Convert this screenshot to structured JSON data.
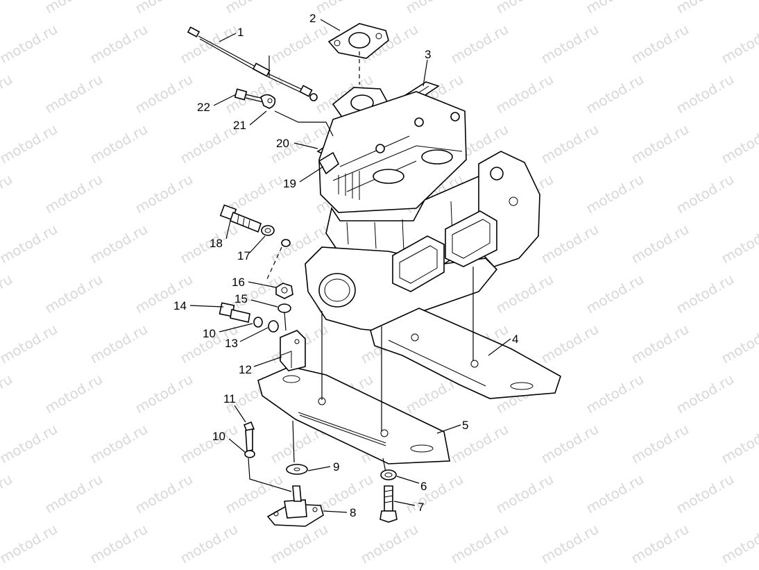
{
  "watermark": "motod.ru",
  "callouts": [
    {
      "id": "c1",
      "label": "1"
    },
    {
      "id": "c2",
      "label": "2"
    },
    {
      "id": "c3",
      "label": "3"
    },
    {
      "id": "c4",
      "label": "4"
    },
    {
      "id": "c5",
      "label": "5"
    },
    {
      "id": "c6",
      "label": "6"
    },
    {
      "id": "c7",
      "label": "7"
    },
    {
      "id": "c8",
      "label": "8"
    },
    {
      "id": "c9",
      "label": "9"
    },
    {
      "id": "c10a",
      "label": "10"
    },
    {
      "id": "c10b",
      "label": "10"
    },
    {
      "id": "c11",
      "label": "11"
    },
    {
      "id": "c12",
      "label": "12"
    },
    {
      "id": "c13",
      "label": "13"
    },
    {
      "id": "c14",
      "label": "14"
    },
    {
      "id": "c15",
      "label": "15"
    },
    {
      "id": "c16",
      "label": "16"
    },
    {
      "id": "c17",
      "label": "17"
    },
    {
      "id": "c18",
      "label": "18"
    },
    {
      "id": "c19",
      "label": "19"
    },
    {
      "id": "c20",
      "label": "20"
    },
    {
      "id": "c21",
      "label": "21"
    },
    {
      "id": "c22",
      "label": "22"
    }
  ]
}
